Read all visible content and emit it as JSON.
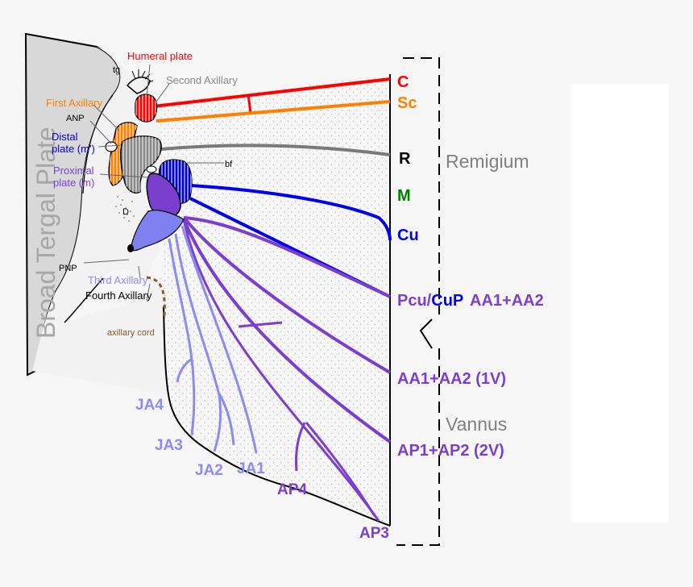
{
  "diagram": {
    "tergal_plate": "Broad Tergal Plate",
    "sclerites": {
      "humeral_plate": "Humeral plate",
      "tg": "tg",
      "second_axillary": "Second Axillary",
      "first_axillary": "First Axillary",
      "anp": "ANP",
      "distal_plate_line1": "Distal",
      "distal_plate_line2": "plate (m')",
      "proximal_plate_line1": "Proximal",
      "proximal_plate_line2": "plate (m)",
      "bf": "bf",
      "d": "D",
      "pnp": "PNP",
      "third_axillary": "Third Axillary",
      "fourth_axillary": "Fourth Axillary",
      "axillary_cord": "axillary cord"
    },
    "veins": {
      "c": "C",
      "sc": "Sc",
      "r": "R",
      "m": "M",
      "cu": "Cu",
      "pcu_prefix": "Pcu/",
      "pcu_cup": "CuP",
      "pcu_suffix": "AA1+AA2",
      "aa_1v": "AA1+AA2 (1V)",
      "ap_2v": "AP1+AP2 (2V)",
      "ja4": "JA4",
      "ja3": "JA3",
      "ja2": "JA2",
      "ja1": "JA1",
      "ap4": "AP4",
      "ap3": "AP3"
    },
    "regions": {
      "remigium": "Remigium",
      "vannus": "Vannus"
    },
    "colors": {
      "c": "#ff0000",
      "sc": "#ff7f00",
      "r": "#7a7a7a",
      "m": "#008000",
      "cu": "#0000ee",
      "anal": "#7b3fd0",
      "jugal": "#8c8cf0",
      "axillary_cord": "#8b5a2b"
    }
  }
}
